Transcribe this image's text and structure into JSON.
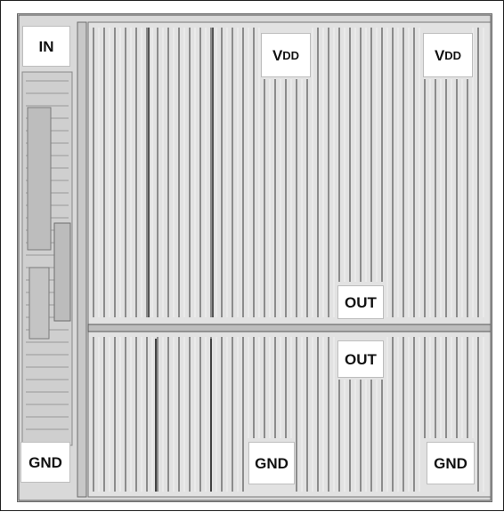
{
  "image": {
    "description_labels": {
      "in": "IN",
      "vdd_1": {
        "main": "V",
        "sub": "DD"
      },
      "vdd_2": {
        "main": "V",
        "sub": "DD"
      },
      "out_top": "OUT",
      "out_bottom": "OUT",
      "gnd_left": "GND",
      "gnd_mid": "GND",
      "gnd_right": "GND"
    }
  }
}
